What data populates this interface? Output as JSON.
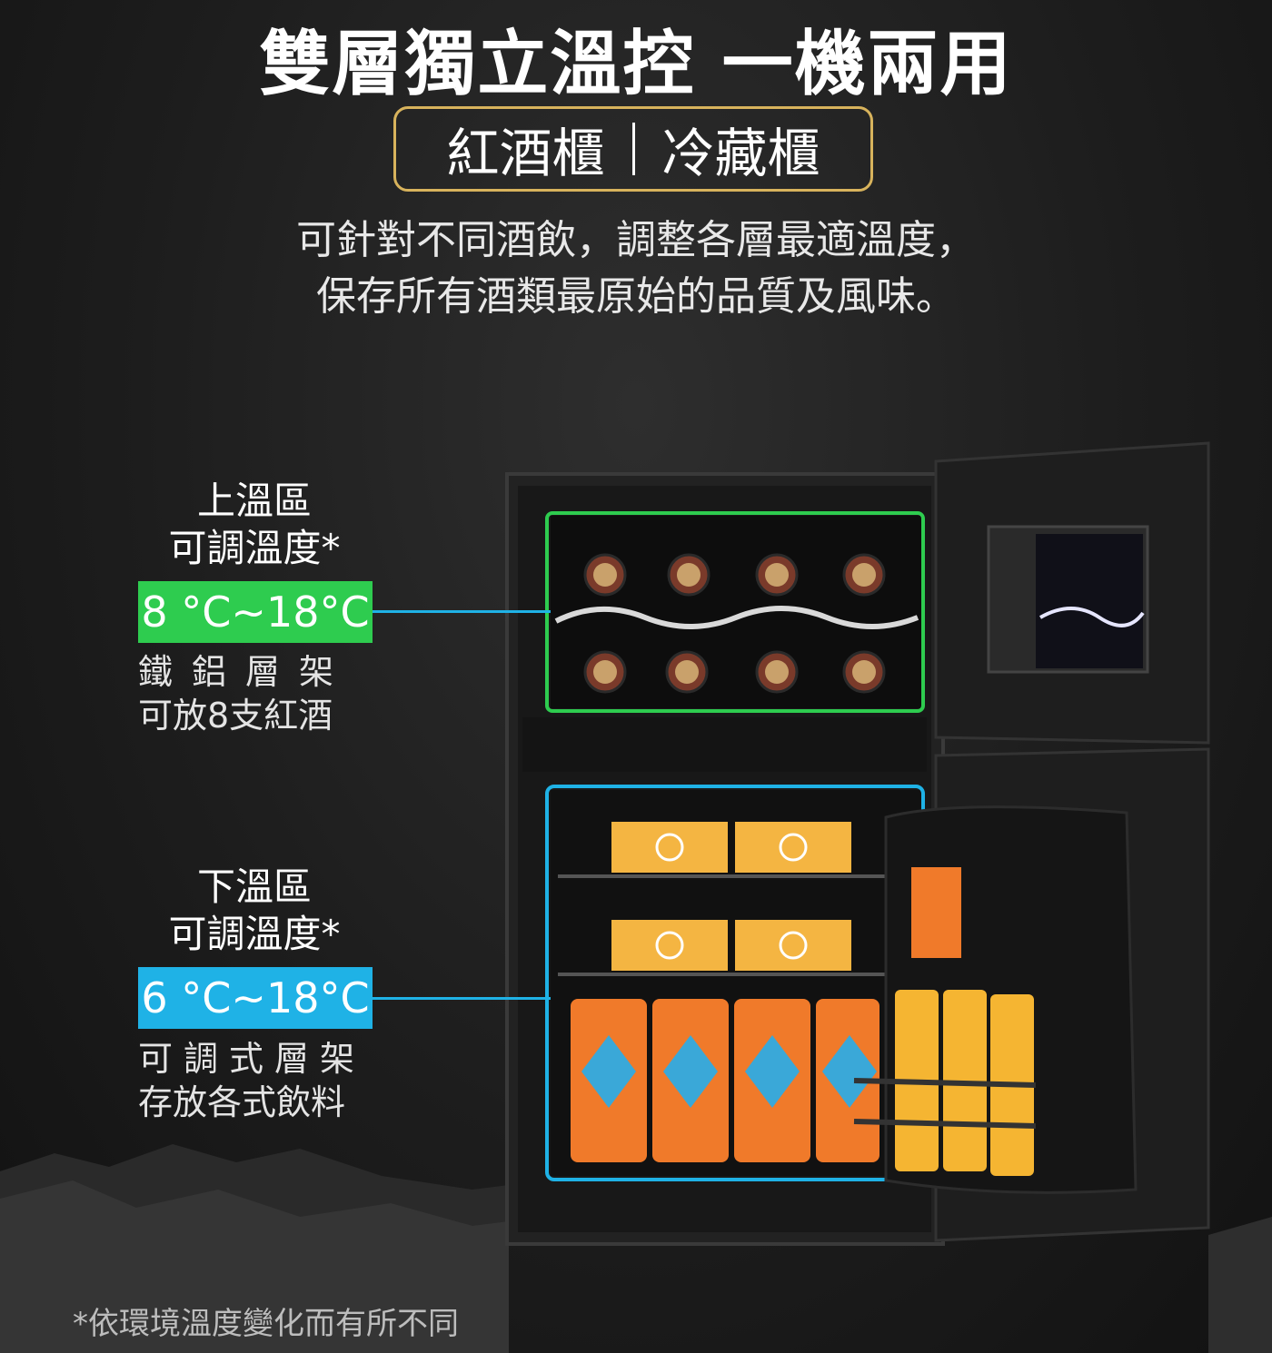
{
  "header": {
    "title": "雙層獨立溫控 一機兩用",
    "badge_left": "紅酒櫃",
    "badge_right": "冷藏櫃",
    "desc_line1": "可針對不同酒飲，調整各層最適溫度，",
    "desc_line2": "保存所有酒類最原始的品質及風味。"
  },
  "upper_zone": {
    "name": "上溫區",
    "label": "可調溫度*",
    "temperature": "8 °C~18°C",
    "feature1": "鐵鋁層架",
    "feature2": "可放8支紅酒"
  },
  "lower_zone": {
    "name": "下溫區",
    "label": "可調溫度*",
    "temperature": "6 °C~18°C",
    "feature1": "可調式層架",
    "feature2": "存放各式飲料"
  },
  "footnote": "*依環境溫度變化而有所不同",
  "colors": {
    "accent_gold": "#d8b35c",
    "upper_green": "#2ecc4f",
    "lower_blue": "#1fb2e6"
  }
}
